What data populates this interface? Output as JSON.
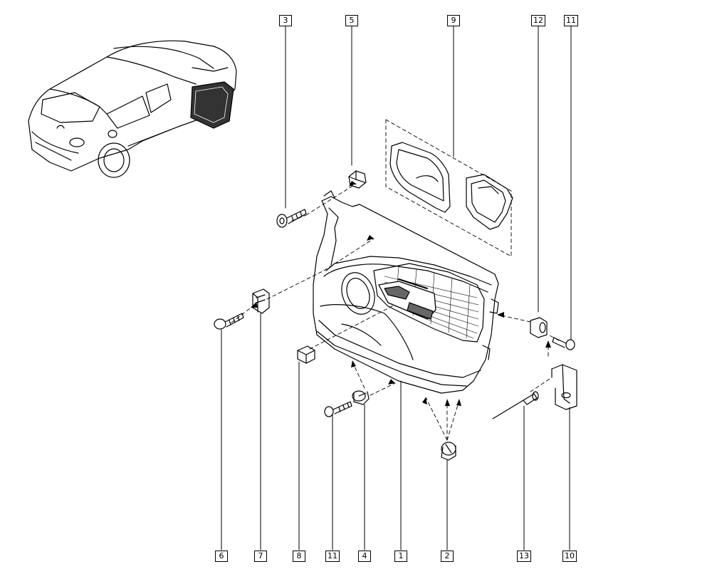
{
  "callouts": {
    "c1": "1",
    "c2": "2",
    "c3": "3",
    "c4": "4",
    "c5": "5",
    "c6": "6",
    "c7": "7",
    "c8": "8",
    "c9": "9",
    "c10": "10",
    "c11_top": "11",
    "c11_bottom": "11",
    "c12": "12",
    "c13": "13"
  }
}
